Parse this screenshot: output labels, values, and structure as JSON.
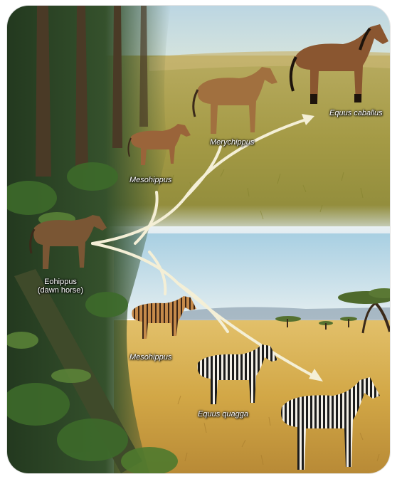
{
  "labels": {
    "eohippus": "Eohippus",
    "eohippus_note": "(dawn horse)",
    "mesohippus_upper": "Mesohippus",
    "merychippus": "Merychippus",
    "equus_caballus": "Equus caballus",
    "mesohippus_lower": "Mesohippus",
    "equus_quagga": "Equus quagga"
  },
  "colors": {
    "sky_upper": "#c7dde6",
    "grass_upper": "#b9a64f",
    "sky_lower": "#bfdbe8",
    "savanna": "#d2ab4c",
    "forest": "#2f4a28",
    "arrow": "#f4efd6"
  }
}
